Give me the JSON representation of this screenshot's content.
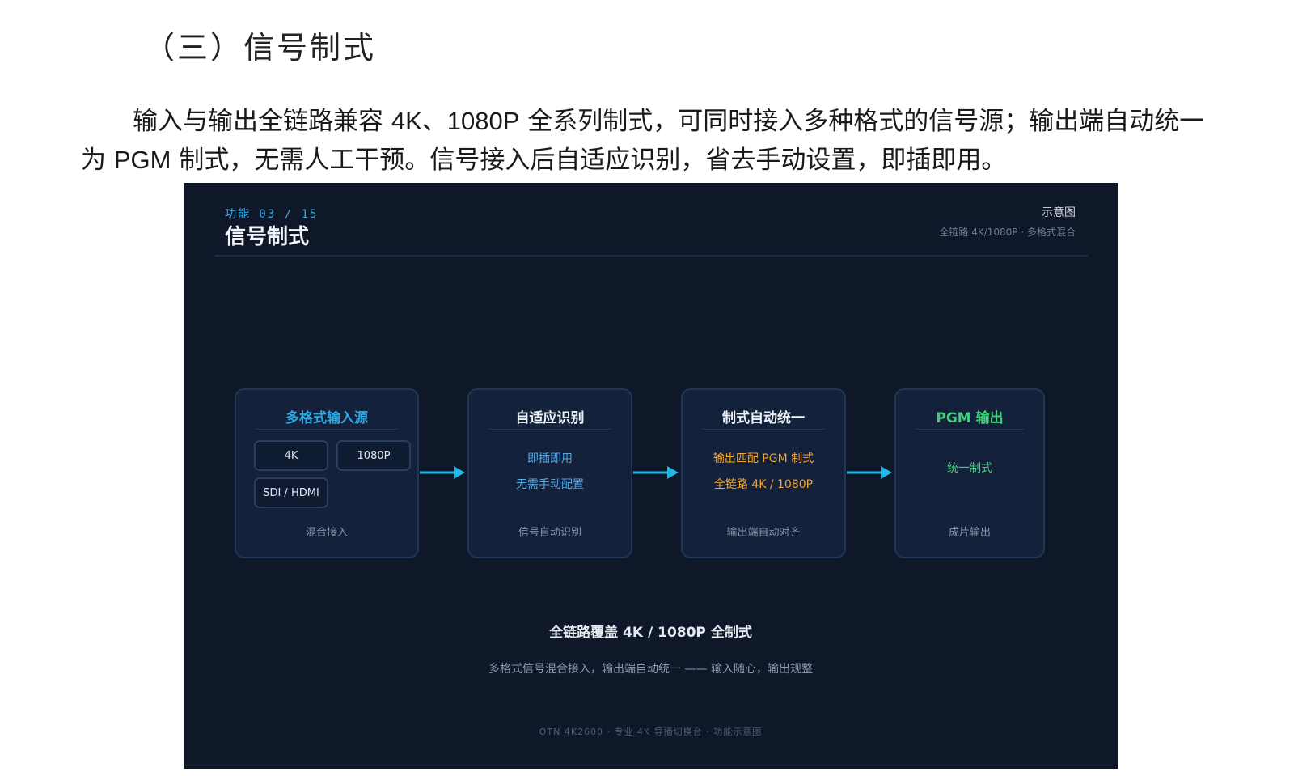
{
  "document": {
    "heading": "（三）信号制式",
    "paragraph": {
      "p1": "输入与输出全链路兼容 ",
      "p2": "4K",
      "p3": "、",
      "p4": "1080P",
      "p5": " 全系列制式，可同时接入多种格式的信号源；输出端自动统一为 ",
      "p6": "PGM",
      "p7": " 制式，无需人工干预。信号接入后自适应识别，省去手动设置，即插即用。"
    }
  },
  "figure": {
    "kicker": "功能 03 / 15",
    "title": "信号制式",
    "tag": "示意图",
    "tag_sub": "全链路 4K/1080P · 多格式混合",
    "cards": {
      "input": {
        "title": "多格式输入源",
        "chips": [
          "4K",
          "1080P",
          "SDI / HDMI"
        ],
        "footer": "混合接入"
      },
      "detect": {
        "title": "自适应识别",
        "lines": [
          "即插即用",
          "无需手动配置"
        ],
        "footer": "信号自动识别"
      },
      "unify": {
        "title": "制式自动统一",
        "lines": [
          "输出匹配 PGM 制式",
          "全链路 4K / 1080P"
        ],
        "footer": "输出端自动对齐"
      },
      "output": {
        "title": "PGM 输出",
        "lines": [
          "统一制式"
        ],
        "footer": "成片输出"
      }
    },
    "summary": "全链路覆盖 4K / 1080P 全制式",
    "summary_sub": "多格式信号混合接入，输出端自动统一 —— 输入随心，输出规整",
    "footer": "OTN 4K2600 · 专业 4K 导播切换台 · 功能示意图"
  },
  "colors": {
    "accent_cyan": "#2fa8e0",
    "accent_orange": "#f0a431",
    "accent_green": "#3fd07a",
    "arrow": "#21b8e8",
    "figure_bg": "#0f1828"
  },
  "icons": {
    "arrow": "arrow-right-icon"
  }
}
